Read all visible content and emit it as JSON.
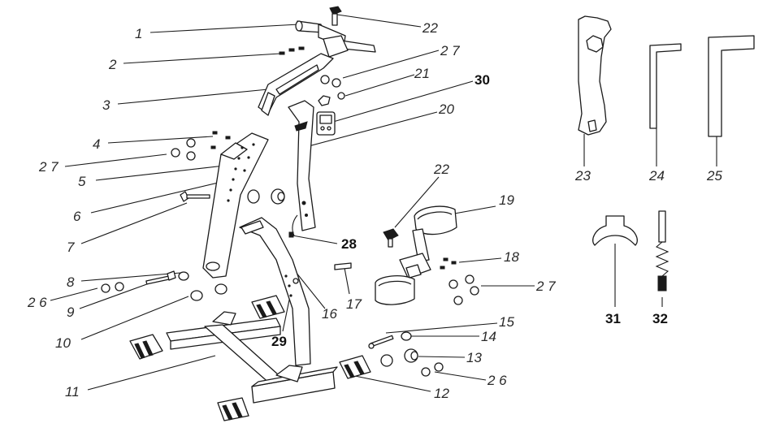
{
  "diagram": {
    "callouts": {
      "c1": "1",
      "c2": "2",
      "c3": "3",
      "c4": "4",
      "c5": "5",
      "c6": "6",
      "c7": "7",
      "c8": "8",
      "c9": "9",
      "c10": "10",
      "c11": "11",
      "c12": "12",
      "c13": "13",
      "c14": "14",
      "c15": "15",
      "c16": "16",
      "c17": "17",
      "c18": "18",
      "c19": "19",
      "c20": "20",
      "c21": "21",
      "c22a": "22",
      "c22b": "22",
      "c23": "23",
      "c24": "24",
      "c25": "25",
      "c26a": "2 6",
      "c26b": "2 6",
      "c27a": "2 7",
      "c27b": "2 7",
      "c27c": "2 7",
      "c28": "28",
      "c29": "29",
      "c30": "30",
      "c31": "31",
      "c32": "32"
    }
  }
}
